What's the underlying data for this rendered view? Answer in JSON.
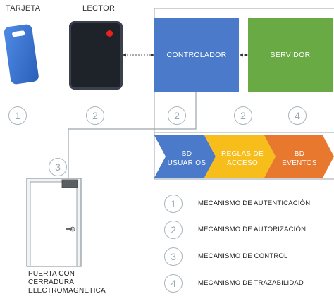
{
  "labels": {
    "tarjeta": "TARJETA",
    "lector": "LECTOR",
    "controlador": "CONTROLADOR",
    "servidor": "SERVIDOR",
    "puerta": [
      "PUERTA CON",
      "CERRADURA",
      "ELECTROMAGNETICA"
    ]
  },
  "badges": {
    "tarjeta": "1",
    "lector": "2",
    "controlador": "2",
    "between": "2",
    "servidor": "4",
    "door": "3"
  },
  "chevrons": [
    {
      "line1": "BD",
      "line2": "USUARIOS",
      "color": "#4a7ac9"
    },
    {
      "line1": "REGLAS DE",
      "line2": "ACCESO",
      "color": "#f7bd1a"
    },
    {
      "line1": "BD",
      "line2": "EVENTOS",
      "color": "#e8782e"
    }
  ],
  "legend": [
    {
      "num": "1",
      "text": "MECANISMO DE AUTENTICACIÓN"
    },
    {
      "num": "2",
      "text": "MECANISMO DE AUTORIZACIÓN"
    },
    {
      "num": "3",
      "text": "MECANISMO DE CONTROL"
    },
    {
      "num": "4",
      "text": "MECANISMO DE TRAZABILIDAD"
    }
  ],
  "colors": {
    "controlador": "#4a7ac9",
    "servidor": "#6aaa45",
    "card": "#3d78d8",
    "reader": "#2a2f38",
    "led": "#e8221f"
  }
}
